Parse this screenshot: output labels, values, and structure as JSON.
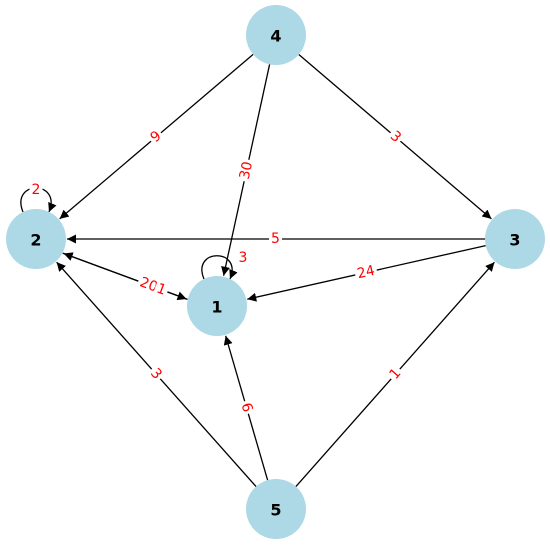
{
  "graph": {
    "colors": {
      "node_fill": "#add8e6",
      "edge_color": "#000000",
      "weight_color": "#ff0000",
      "background": "#ffffff"
    },
    "nodes": [
      {
        "id": "1",
        "label": "1"
      },
      {
        "id": "2",
        "label": "2"
      },
      {
        "id": "3",
        "label": "3"
      },
      {
        "id": "4",
        "label": "4"
      },
      {
        "id": "5",
        "label": "5"
      }
    ],
    "edges": [
      {
        "from": "4",
        "to": "2",
        "weight": "9"
      },
      {
        "from": "4",
        "to": "1",
        "weight": "30"
      },
      {
        "from": "4",
        "to": "3",
        "weight": "3"
      },
      {
        "from": "3",
        "to": "2",
        "weight": "5"
      },
      {
        "from": "3",
        "to": "1",
        "weight": "24"
      },
      {
        "from": "2",
        "to": "1",
        "weight": "20"
      },
      {
        "from": "1",
        "to": "2",
        "weight": "1"
      },
      {
        "from": "5",
        "to": "2",
        "weight": "3"
      },
      {
        "from": "5",
        "to": "1",
        "weight": "6"
      },
      {
        "from": "5",
        "to": "3",
        "weight": "1"
      },
      {
        "from": "2",
        "to": "2",
        "weight": "2"
      },
      {
        "from": "1",
        "to": "1",
        "weight": "3"
      }
    ]
  }
}
